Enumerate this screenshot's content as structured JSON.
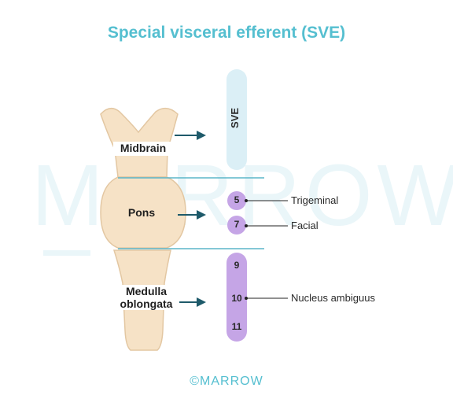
{
  "title": "Special visceral efferent (SVE)",
  "watermark": "MARROW",
  "footer": "©MARROW",
  "column_label": "SVE",
  "regions": {
    "midbrain": "Midbrain",
    "pons": "Pons",
    "medulla": "Medulla\noblongata"
  },
  "nuclei": {
    "n5": "5",
    "n7": "7",
    "n9": "9",
    "n10": "10",
    "n11": "11"
  },
  "nucleus_labels": {
    "trigeminal": "Trigeminal",
    "facial": "Facial",
    "ambiguus": "Nucleus ambiguus"
  },
  "colors": {
    "title": "#55bfd0",
    "brainstem_fill": "#f6e2c6",
    "brainstem_stroke": "#e3c7a2",
    "sve_column": "#dbeff6",
    "nucleus_fill": "#c5a5e6",
    "arrow": "#1e5a6a",
    "divider": "#5cb6c9"
  }
}
